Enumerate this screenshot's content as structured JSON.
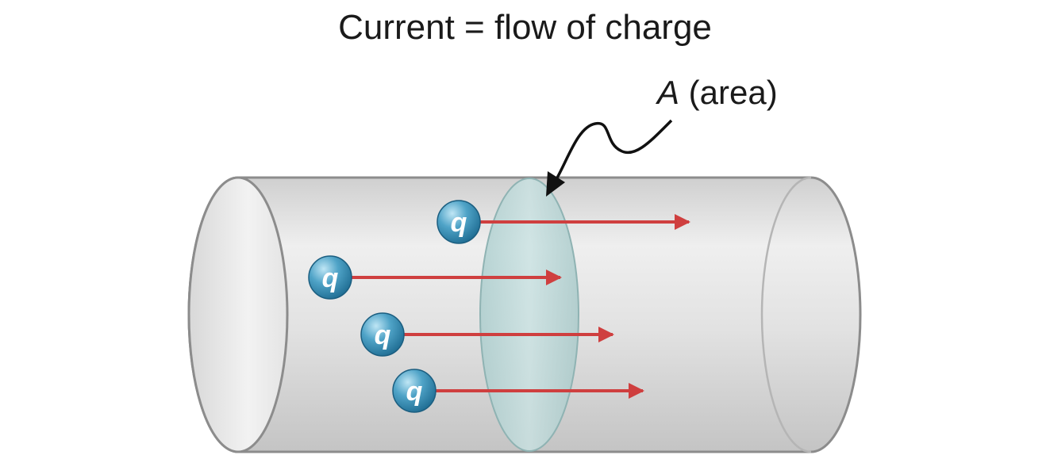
{
  "title": "Current = flow of charge",
  "area_label": {
    "symbol": "A",
    "text": " (area)"
  },
  "charges": [
    {
      "label": "q"
    },
    {
      "label": "q"
    },
    {
      "label": "q"
    },
    {
      "label": "q"
    }
  ],
  "colors": {
    "tube_fill": "#e6e6e6",
    "tube_outline": "#8c8c8c",
    "cross_section": "#b9d6d6",
    "arrow": "#cf3f3f",
    "charge": "#3f8fb3"
  }
}
